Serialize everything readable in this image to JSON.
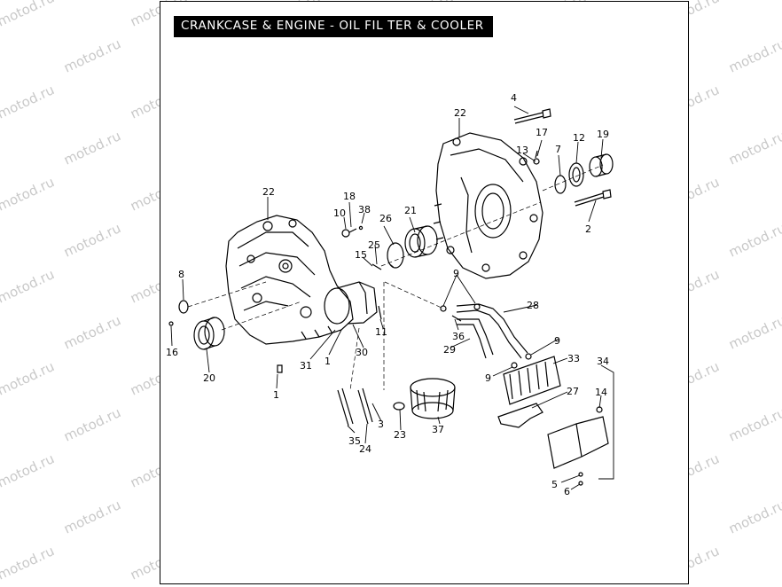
{
  "title": "CRANKCASE & ENGINE - OIL FIL TER & COOLER",
  "watermark": "motod.ru",
  "labels": {
    "p1a": "1",
    "p1b": "1",
    "p2": "2",
    "p3": "3",
    "p4": "4",
    "p5": "5",
    "p6": "6",
    "p7": "7",
    "p8": "8",
    "p9a": "9",
    "p9b": "9",
    "p9c": "9",
    "p10": "10",
    "p11": "11",
    "p12": "12",
    "p13": "13",
    "p14": "14",
    "p15": "15",
    "p16": "16",
    "p17": "17",
    "p18": "18",
    "p19": "19",
    "p20": "20",
    "p21": "21",
    "p22a": "22",
    "p22b": "22",
    "p23": "23",
    "p24": "24",
    "p25": "25",
    "p26": "26",
    "p27": "27",
    "p28": "28",
    "p29": "29",
    "p30": "30",
    "p31": "31",
    "p33": "33",
    "p34": "34",
    "p35": "35",
    "p36": "36",
    "p37": "37",
    "p38": "38"
  },
  "colors": {
    "ink": "#000000",
    "watermark": "#c9c9c9",
    "title_bg": "#000000",
    "title_fg": "#ffffff"
  }
}
